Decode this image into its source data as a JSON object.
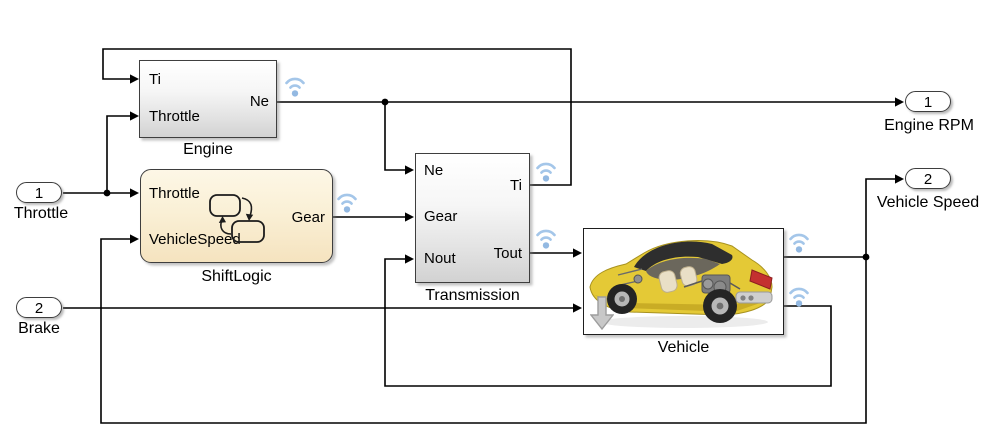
{
  "blocks": {
    "engine": {
      "name": "Engine",
      "inputs": [
        "Ti",
        "Throttle"
      ],
      "outputs": [
        "Ne"
      ]
    },
    "shift_logic": {
      "name": "ShiftLogic",
      "inputs": [
        "Throttle",
        "VehicleSpeed"
      ],
      "outputs": [
        "Gear"
      ]
    },
    "transmission": {
      "name": "Transmission",
      "inputs": [
        "Ne",
        "Gear",
        "Nout"
      ],
      "outputs": [
        "Ti",
        "Tout"
      ]
    },
    "vehicle": {
      "name": "Vehicle"
    }
  },
  "inports": [
    {
      "number": "1",
      "label": "Throttle"
    },
    {
      "number": "2",
      "label": "Brake"
    }
  ],
  "outports": [
    {
      "number": "1",
      "label": "Engine RPM"
    },
    {
      "number": "2",
      "label": "Vehicle Speed"
    }
  ],
  "icons": {
    "logged_signal": "wifi-signal-badge",
    "stateflow_chart": "two-states-with-transitions",
    "library_link": "gray-down-arrow"
  },
  "colors": {
    "wire": "#000000",
    "block_border": "#3e3e3e",
    "subsystem_fill_top": "#ffffff",
    "subsystem_fill_bottom": "#d2d2d2",
    "chart_fill_top": "#fdf7e6",
    "chart_fill_bottom": "#f5e3bf",
    "logged_signal_icon": "#a4c6e9",
    "car_body": "#e4c936",
    "taillight": "#c43030"
  }
}
